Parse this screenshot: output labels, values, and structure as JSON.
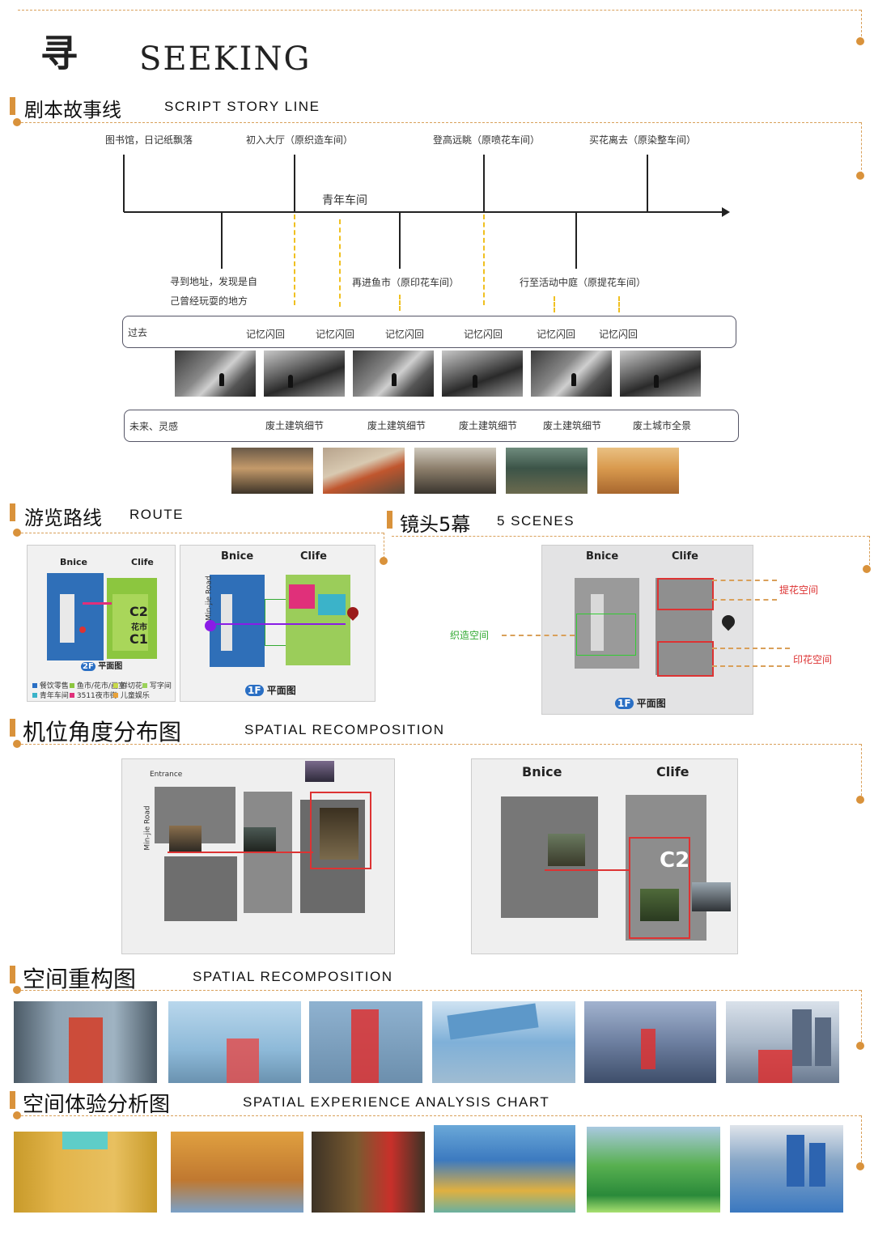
{
  "header": {
    "cn": "寻",
    "en": "SEEKING"
  },
  "sections": {
    "script": {
      "cn": "剧本故事线",
      "en": "SCRIPT STORY LINE"
    },
    "route": {
      "cn": "游览路线",
      "en": "ROUTE"
    },
    "scenes": {
      "cn": "镜头5幕",
      "en": "5 SCENES"
    },
    "camera": {
      "cn": "机位角度分布图",
      "en": "SPATIAL RECOMPOSITION"
    },
    "recomp": {
      "cn": "空间重构图",
      "en": "SPATIAL RECOMPOSITION"
    },
    "experience": {
      "cn": "空间体验分析图",
      "en": "SPATIAL EXPERIENCE ANALYSIS CHART"
    }
  },
  "timeline": {
    "top": [
      "图书馆，日记纸飘落",
      "初入大厅（原织造车间）",
      "登高远眺（原喷花车间）",
      "买花离去（原染整车间）"
    ],
    "center": "青年车间",
    "bottom": [
      "寻到地址，发现是自",
      "己曾经玩耍的地方",
      "再进鱼市（原印花车间）",
      "行至活动中庭（原提花车间）"
    ]
  },
  "past_box": {
    "title": "过去",
    "items": [
      "记忆闪回",
      "记忆闪回",
      "记忆闪回",
      "记忆闪回",
      "记忆闪回",
      "记忆闪回"
    ]
  },
  "future_box": {
    "title": "未来、灵感",
    "items": [
      "废土建筑细节",
      "废土建筑细节",
      "废土建筑细节",
      "废土建筑细节",
      "废土城市全景"
    ]
  },
  "maps": {
    "floor2": "平面图",
    "floor2_tag": "2F",
    "floor1": "平面图",
    "floor1_tag": "1F",
    "brand_b": "nice",
    "brand_c": "life",
    "zone_c2": "C2",
    "zone_c1": "C1",
    "zone_c1_sub": "花市",
    "legend": [
      "餐饮零售",
      "鱼市/花市/画室",
      "鲜切花",
      "写字间",
      "青年车间",
      "3511夜市街",
      "儿童娱乐"
    ],
    "scene_labels": {
      "jacquard": "提花空间",
      "weave": "织造空间",
      "print": "印花空间"
    },
    "road": "Min-jie Road",
    "entrance": "Entrance"
  },
  "colors": {
    "accent": "#d9923b",
    "red": "#d33333",
    "green": "#33aa33",
    "blue": "#2a6fc4",
    "lime": "#8cc63f"
  }
}
